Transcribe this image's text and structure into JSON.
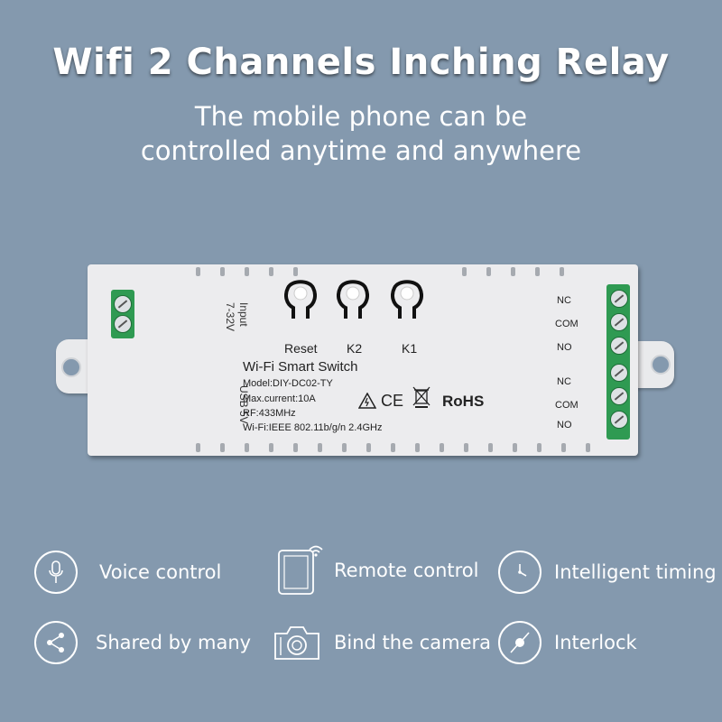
{
  "header": {
    "title": "Wifi 2 Channels Inching Relay",
    "subtitle_line1": "The mobile phone can be",
    "subtitle_line2": "controlled anytime and anywhere"
  },
  "device": {
    "input_label": "Input",
    "input_voltage": "7-32V",
    "usb_label": "USB 5V",
    "buttons": [
      "Reset",
      "K2",
      "K1"
    ],
    "product_name": "Wi-Fi Smart Switch",
    "model": "Model:DIY-DC02-TY",
    "max_current": "Max.current:10A",
    "rf": "RF:433MHz",
    "wifi": "Wi-Fi:IEEE 802.11b/g/n 2.4GHz",
    "ce_mark": "CE",
    "rohs_mark": "RoHS",
    "terminals": [
      "NC",
      "COM",
      "NO",
      "NC",
      "COM",
      "NO"
    ]
  },
  "features": [
    {
      "label": "Voice control",
      "icon": "microphone-icon"
    },
    {
      "label": "Remote control",
      "icon": "phone-wifi-icon"
    },
    {
      "label": "Intelligent timing",
      "icon": "timer-icon"
    },
    {
      "label": "Shared by many",
      "icon": "share-icon"
    },
    {
      "label": "Bind the camera",
      "icon": "camera-icon"
    },
    {
      "label": "Interlock",
      "icon": "interlock-icon"
    }
  ],
  "colors": {
    "background": "#8499ae",
    "device": "#ececee",
    "terminal": "#2f9a52"
  }
}
